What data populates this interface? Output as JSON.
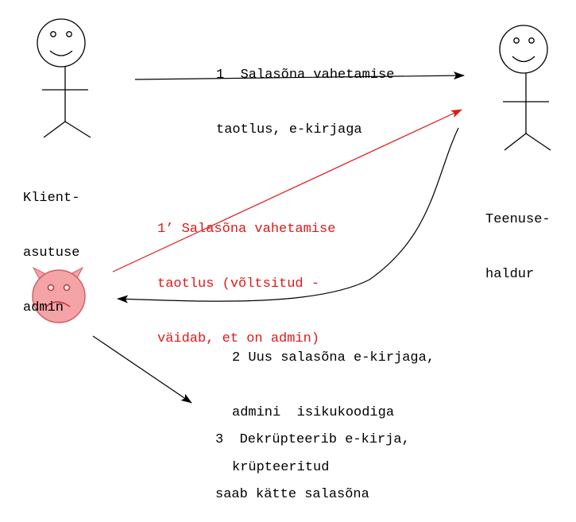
{
  "colors": {
    "line": "#000000",
    "attack": "#e01818",
    "devil_fill": "#f4a3a6",
    "devil_stroke": "#d2606a",
    "devil_eye": "#c0303c"
  },
  "actors": {
    "client_admin": {
      "icon": "stick-figure-smiling",
      "label_lines": [
        "Klient-",
        "asutuse",
        "admin"
      ]
    },
    "service_admin": {
      "icon": "stick-figure-smiling",
      "label_lines": [
        "Teenuse-",
        "haldur"
      ]
    },
    "attacker": {
      "icon": "sad-devil-face"
    }
  },
  "messages": {
    "m1": {
      "lines": [
        "1  Salasõna vahetamise",
        "taotlus, e-kirjaga"
      ]
    },
    "m1_forged": {
      "lines": [
        "1’ Salasõna vahetamise",
        "taotlus (võltsitud -",
        "väidab, et on admin)"
      ]
    },
    "m2": {
      "lines": [
        "2 Uus salasõna e-kirjaga,",
        "admini  isikukoodiga",
        "krüpteeritud"
      ]
    },
    "m3": {
      "lines": [
        "3  Dekrüpteerib e-kirja,",
        "saab kätte salasõna"
      ]
    }
  }
}
